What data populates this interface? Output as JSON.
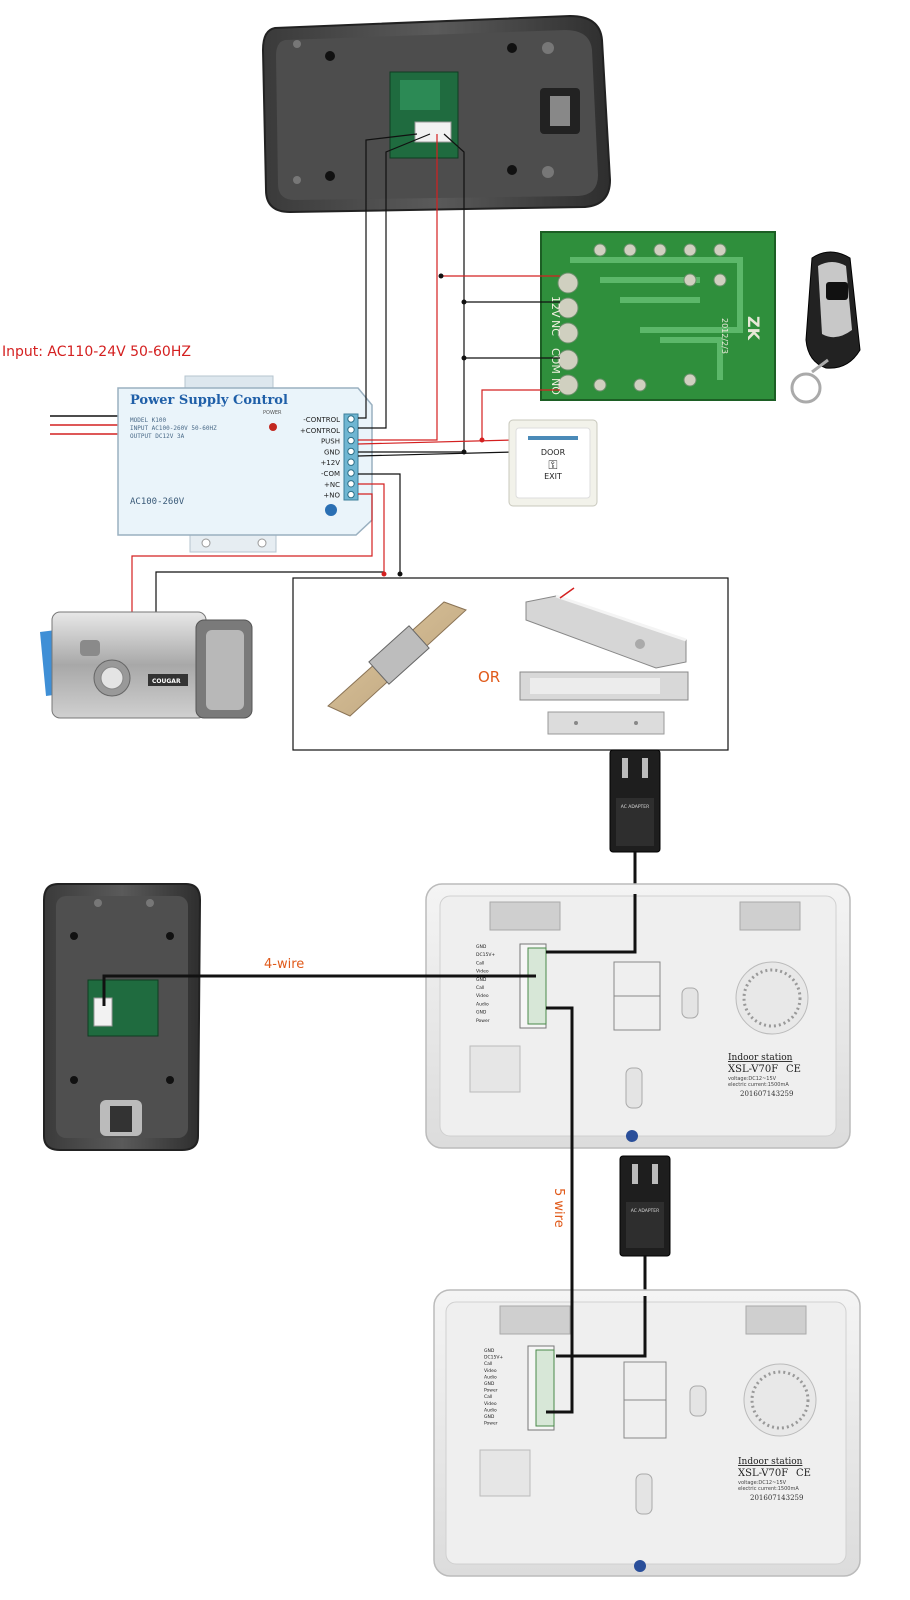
{
  "input_label": "Input: AC110-24V 50-60HZ",
  "psu": {
    "title": "Power Supply Control",
    "power_label": "POWER",
    "model": "MODEL K100",
    "input": "INPUT AC100-260V 50-60HZ",
    "output": "OUTPUT DC12V 3A",
    "range": "AC100-260V",
    "terminals": [
      "-CONTROL",
      "+CONTROL",
      "PUSH",
      "GND",
      "+12V",
      "-COM",
      "+NC",
      "+NO"
    ]
  },
  "receiver": {
    "terminals": [
      "12V",
      "NC",
      "COM",
      "NO"
    ],
    "date": "2012/2/3",
    "mark": "ZK"
  },
  "exit_button": {
    "line1": "DOOR",
    "line2": "EXIT"
  },
  "lock": {
    "brand": "COUGAR"
  },
  "or_label": "OR",
  "adapter_label": "AC ADAPTER",
  "wire_4": "4-wire",
  "wire_5": "5 wire",
  "monitor": {
    "station": "Indoor station",
    "model": "XSL-V70F",
    "ce": "CE",
    "voltage": "voltage:DC12~15V",
    "current": "electric current:1500mA",
    "serial": "201607143259",
    "pins_top": [
      "GND",
      "DC15V+",
      "Call",
      "Video",
      "GND",
      "Call",
      "Video",
      "Audio",
      "GND",
      "Power"
    ],
    "pins_bottom": [
      "GND",
      "DC15V+",
      "Call",
      "Video",
      "Audio",
      "GND",
      "Power",
      "Call",
      "Video",
      "Audio",
      "GND",
      "Power"
    ]
  },
  "colors": {
    "red_wire": "#d42020",
    "black_wire": "#111111",
    "psu_body": "#eaf4fa",
    "psu_title": "#1f5fa8",
    "orange_text": "#e05a1a"
  }
}
